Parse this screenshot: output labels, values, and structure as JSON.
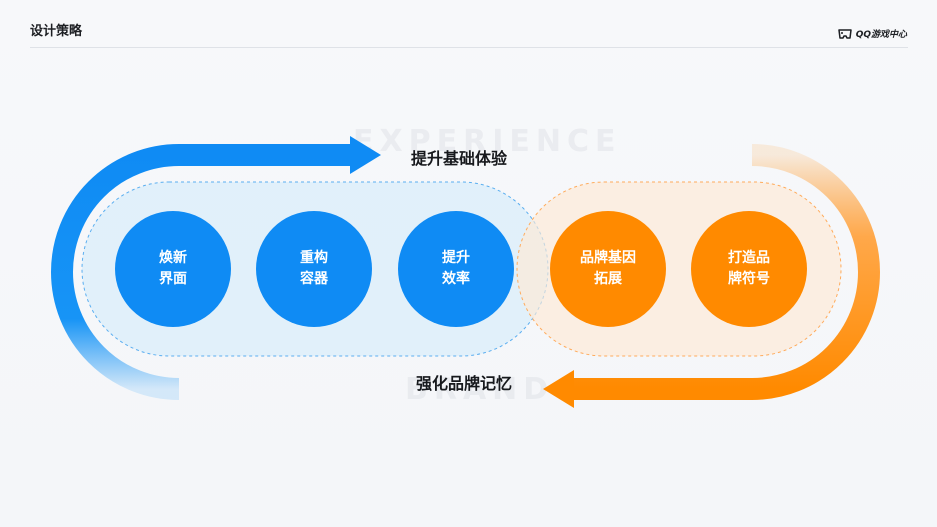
{
  "header": {
    "title": "设计策略",
    "brand": "QQ游戏中心"
  },
  "watermarks": {
    "top": "EXPERIENCE",
    "bottom": "BRAND"
  },
  "flow": {
    "top_label": "提升基础体验",
    "bottom_label": "强化品牌记忆"
  },
  "groups": {
    "experience": {
      "color": "#0f8bf4",
      "nodes": [
        {
          "line1": "焕新",
          "line2": "界面"
        },
        {
          "line1": "重构",
          "line2": "容器"
        },
        {
          "line1": "提升",
          "line2": "效率"
        }
      ]
    },
    "brand": {
      "color": "#ff8a00",
      "nodes": [
        {
          "line1": "品牌基因",
          "line2": "拓展"
        },
        {
          "line1": "打造品",
          "line2": "牌符号"
        }
      ]
    }
  },
  "icons": {
    "brand_logo": "gamepad-icon"
  }
}
